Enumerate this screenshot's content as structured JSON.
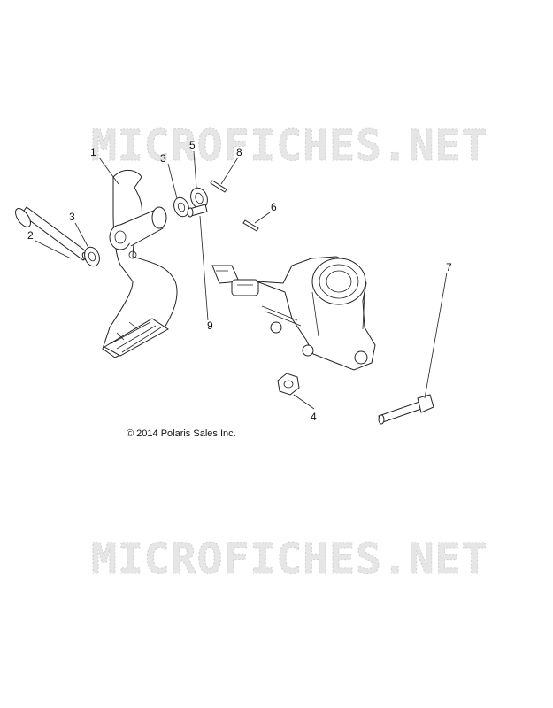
{
  "watermark": {
    "text": "MICROFICHES.NET"
  },
  "copyright": "© 2014 Polaris Sales Inc.",
  "callouts": {
    "c1": "1",
    "c2": "2",
    "c3a": "3",
    "c3b": "3",
    "c4": "4",
    "c5": "5",
    "c6": "6",
    "c7": "7",
    "c8": "8",
    "c9": "9"
  }
}
